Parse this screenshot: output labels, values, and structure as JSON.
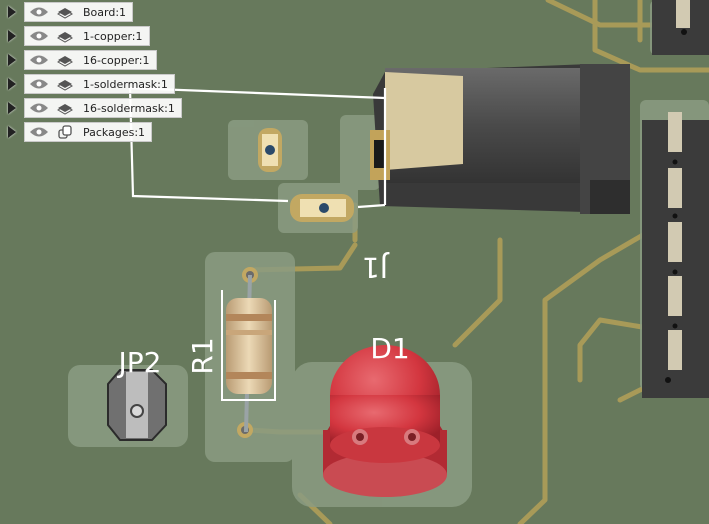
{
  "browser": {
    "items": [
      {
        "label": "Board:1",
        "icon": "layer-stack-icon"
      },
      {
        "label": "1-copper:1",
        "icon": "layer-stack-icon"
      },
      {
        "label": "16-copper:1",
        "icon": "layer-stack-icon"
      },
      {
        "label": "1-soldermask:1",
        "icon": "layer-stack-icon"
      },
      {
        "label": "16-soldermask:1",
        "icon": "layer-stack-icon"
      },
      {
        "label": "Packages:1",
        "icon": "package-icon"
      }
    ]
  },
  "silkscreen": {
    "j1": "J1",
    "r1": "R1",
    "jp2": "JP2",
    "d1": "D1"
  },
  "colors": {
    "board": "#67795c",
    "trace": "#a89a58",
    "mask_pad": "#8a9a80",
    "silk": "#ffffff",
    "led": "#d9373e",
    "connector": "#3b3b3b"
  }
}
